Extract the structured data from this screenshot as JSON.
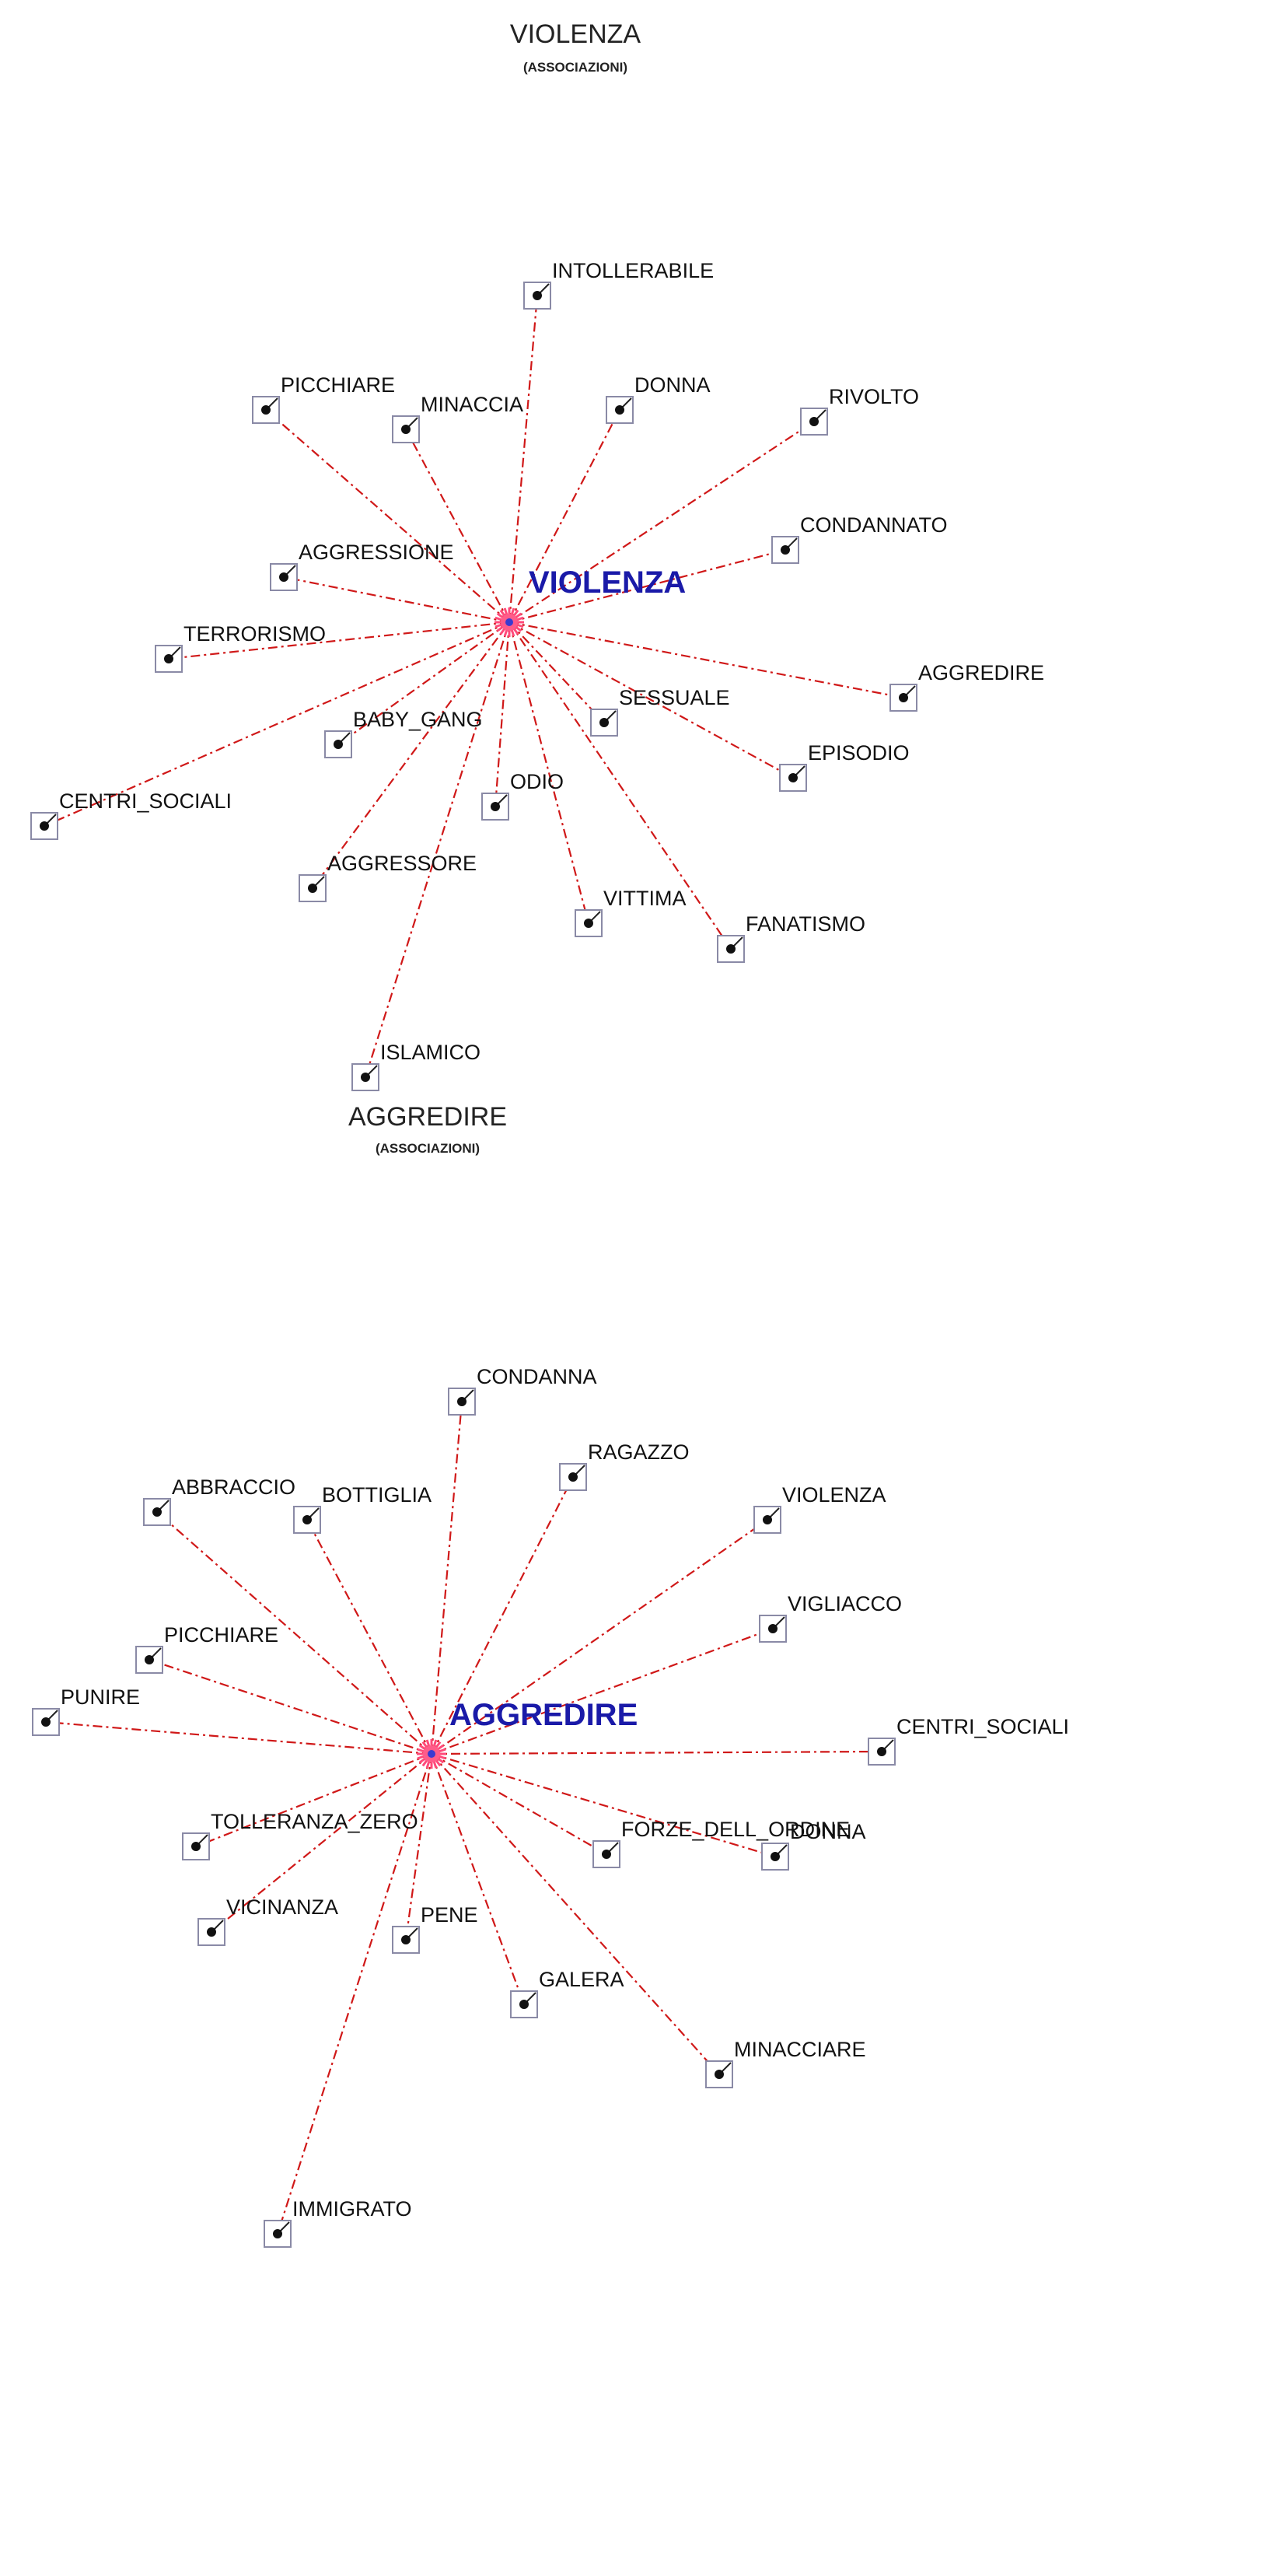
{
  "diagrams": [
    {
      "title": "VIOLENZA",
      "subtitle": "(ASSOCIAZIONI)",
      "center": {
        "label": "VIOLENZA"
      },
      "nodes": [
        {
          "label": "INTOLLERABILE"
        },
        {
          "label": "PICCHIARE"
        },
        {
          "label": "MINACCIA"
        },
        {
          "label": "DONNA"
        },
        {
          "label": "RIVOLTO"
        },
        {
          "label": "CONDANNATO"
        },
        {
          "label": "AGGRESSIONE"
        },
        {
          "label": "TERRORISMO"
        },
        {
          "label": "AGGREDIRE"
        },
        {
          "label": "SESSUALE"
        },
        {
          "label": "BABY_GANG"
        },
        {
          "label": "EPISODIO"
        },
        {
          "label": "CENTRI_SOCIALI"
        },
        {
          "label": "ODIO"
        },
        {
          "label": "AGGRESSORE"
        },
        {
          "label": "VITTIMA"
        },
        {
          "label": "FANATISMO"
        },
        {
          "label": "ISLAMICO"
        }
      ]
    },
    {
      "title": "AGGREDIRE",
      "subtitle": "(ASSOCIAZIONI)",
      "center": {
        "label": "AGGREDIRE"
      },
      "nodes": [
        {
          "label": "CONDANNA"
        },
        {
          "label": "RAGAZZO"
        },
        {
          "label": "ABBRACCIO"
        },
        {
          "label": "BOTTIGLIA"
        },
        {
          "label": "VIOLENZA"
        },
        {
          "label": "VIGLIACCO"
        },
        {
          "label": "PICCHIARE"
        },
        {
          "label": "PUNIRE"
        },
        {
          "label": "CENTRI_SOCIALI"
        },
        {
          "label": "TOLLERANZA_ZERO"
        },
        {
          "label": "FORZE_DELL_ORDINE"
        },
        {
          "label": "DONNA"
        },
        {
          "label": "VICINANZA"
        },
        {
          "label": "PENE"
        },
        {
          "label": "GALERA"
        },
        {
          "label": "MINACCIARE"
        },
        {
          "label": "IMMIGRATO"
        }
      ]
    }
  ]
}
